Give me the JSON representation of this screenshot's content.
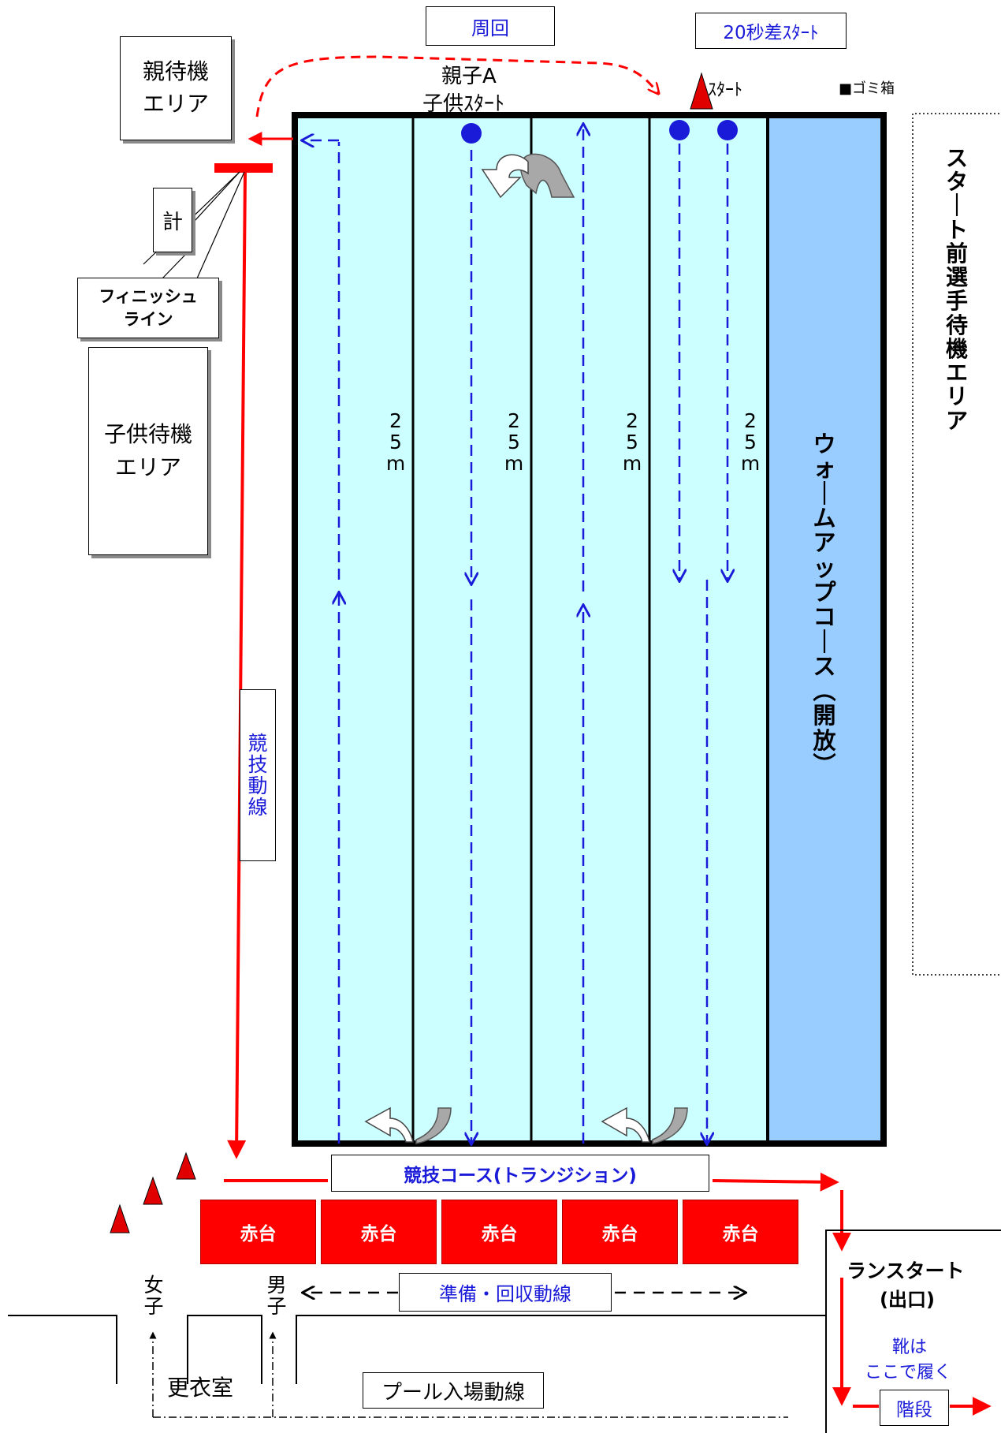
{
  "labels": {
    "loop": "周回",
    "stagger_start": "20秒差ｽﾀｰﾄ",
    "parent_a": "親子A",
    "child_start": "子供ｽﾀｰﾄ",
    "start": "ｽﾀｰﾄ",
    "trash": "■ゴミ箱",
    "parent_wait_1": "親待機",
    "parent_wait_2": "エリア",
    "timer": "計",
    "finish_1": "フィニッシュ",
    "finish_2": "ライン",
    "child_wait_1": "子供待機",
    "child_wait_2": "エリア",
    "lane_distance": "25m",
    "warmup": "ウォームアップコース（開放）",
    "pre_start_area": "スタート前選手待機エリア",
    "race_route": "競技動線",
    "transition": "競技コース(トランジション)",
    "red_stand": "赤台",
    "run_start_1": "ランスタート",
    "run_start_2": "(出口)",
    "shoes_1": "靴は",
    "shoes_2": "ここで履く",
    "stairs": "階段",
    "prep_route": "準備・回収動線",
    "girls": "女子",
    "boys": "男子",
    "changing_room": "更衣室",
    "pool_entry": "プール入場動線"
  },
  "red_stand_count": 5,
  "colors": {
    "pool_lane": "#ccffff",
    "warmup_lane": "#99ccff",
    "route_red": "#ff0000",
    "swim_blue": "#1a1ad9",
    "cone_red": "#e00000"
  }
}
